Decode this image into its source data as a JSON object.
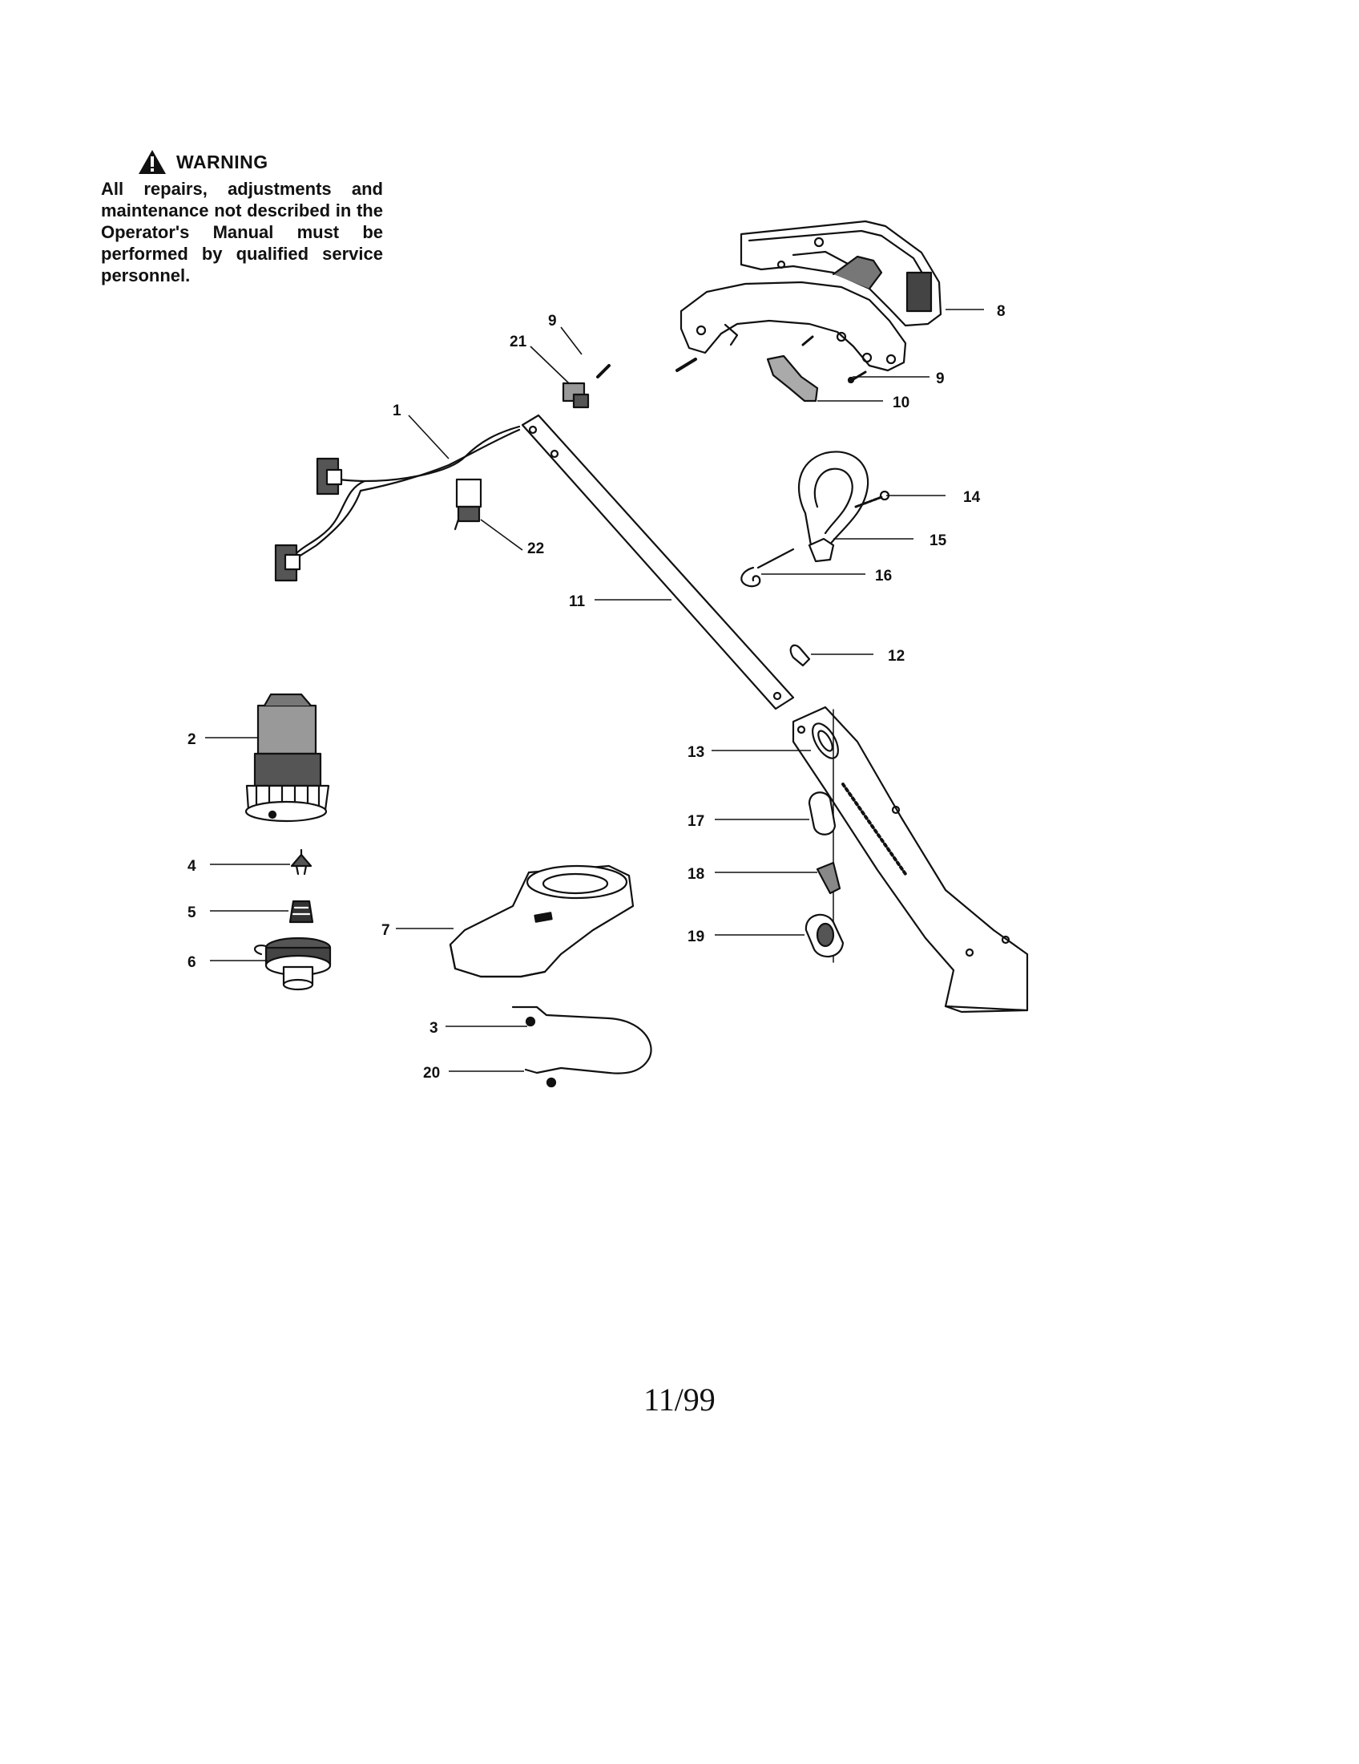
{
  "warning": {
    "heading": "WARNING",
    "text": "All repairs, adjustments and maintenance not described in the Operator's Manual must be performed by qualified service personnel."
  },
  "page_code": "11/99",
  "parts": {
    "p1": "1",
    "p2": "2",
    "p3": "3",
    "p4": "4",
    "p5": "5",
    "p6": "6",
    "p7": "7",
    "p8": "8",
    "p9a": "9",
    "p9b": "9",
    "p10": "10",
    "p11": "11",
    "p12": "12",
    "p13": "13",
    "p14": "14",
    "p15": "15",
    "p16": "16",
    "p17": "17",
    "p18": "18",
    "p19": "19",
    "p20": "20",
    "p21": "21",
    "p22": "22"
  }
}
